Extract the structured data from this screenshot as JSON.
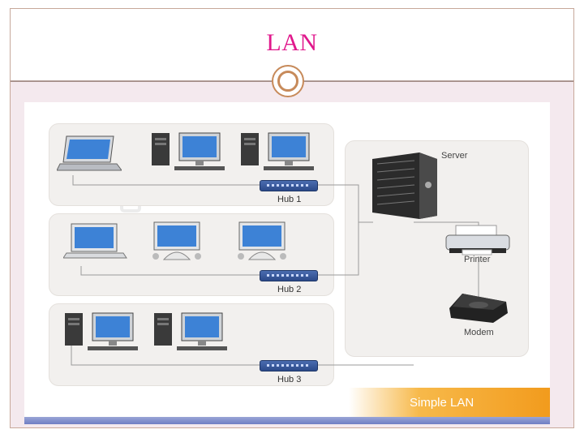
{
  "slide": {
    "title": "LAN"
  },
  "diagram": {
    "hubs": [
      {
        "label": "Hub 1"
      },
      {
        "label": "Hub 2"
      },
      {
        "label": "Hub 3"
      }
    ],
    "devices": {
      "server": "Server",
      "printer": "Printer",
      "modem": "Modem"
    },
    "caption": "Simple LAN"
  },
  "colors": {
    "title": "#e0188c",
    "ornament": "#c78a5a",
    "hub": "#2c4a8a",
    "banner": "#f29b1d",
    "bottom_bar": "#6f7fc4"
  }
}
